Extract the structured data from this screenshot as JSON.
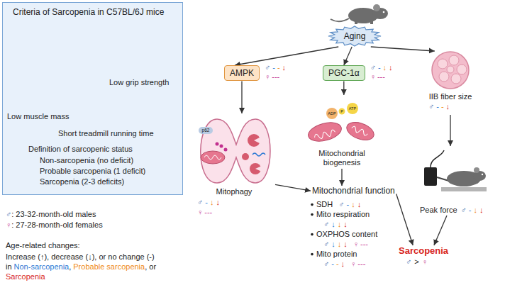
{
  "diagram": {
    "nodes": [
      {
        "text": [
          "Criteria of Sarcopenia in C57BL/6J mice",
          "Low grip strength",
          "Low muscle mass",
          "Short treadmill running time",
          "Definition of sarcopenic status",
          "Non-sarcopenia (no deficit)",
          "Probable sarcopenia (1 deficit)",
          "Sarcopenia (2-3 deficits)"
        ]
      },
      {
        "text": [
          "Aging"
        ]
      },
      {
        "text": [
          "AMPK"
        ]
      },
      {
        "text": [
          "PGC-1α"
        ]
      },
      {
        "text": [
          "IIB fiber size"
        ]
      },
      {
        "text": [
          "Mitophagy"
        ]
      },
      {
        "text": [
          "Mitochondrial biogenesis"
        ]
      },
      {
        "text": [
          "Mitochondrial function"
        ]
      },
      {
        "text": [
          "Peak force"
        ]
      },
      {
        "text": [
          "Sarcopenia"
        ]
      }
    ],
    "edges": [
      {
        "from": 1,
        "to": 2,
        "arrow": "to"
      },
      {
        "from": 1,
        "to": 3,
        "arrow": "to"
      },
      {
        "from": 1,
        "to": 4,
        "arrow": "to"
      },
      {
        "from": 2,
        "to": 5,
        "arrow": "to"
      },
      {
        "from": 3,
        "to": 6,
        "arrow": "to"
      },
      {
        "from": 5,
        "to": 7,
        "arrow": "to"
      },
      {
        "from": 6,
        "to": 7,
        "arrow": "to"
      },
      {
        "from": 4,
        "to": 8,
        "arrow": "to"
      },
      {
        "from": 7,
        "to": 9,
        "arrow": "to"
      },
      {
        "from": 8,
        "to": 9,
        "arrow": "to"
      }
    ],
    "labels": [
      "♂",
      ": 23-32-month-old males",
      "♀",
      ": 27-28-month-old females",
      "Age-related changes:",
      "Increase (↑), decrease (↓), or no change (-)",
      "in",
      "Non-sarcopenia",
      ",",
      "Probable sarcopenia",
      ", or",
      "Sarcopenia",
      "♂",
      "-",
      "-",
      "↓",
      "♀",
      "---",
      "♂",
      "-",
      "↓",
      "↓",
      "♀",
      "---",
      "♂",
      "-",
      "-",
      "↓",
      "♂",
      "-",
      "↓",
      "↓",
      "♀",
      "---",
      "SDH",
      "♂",
      "-",
      "↓",
      "↓",
      "Mito respiration",
      "♂",
      "↓",
      "↓",
      "↓",
      "OXPHOS content",
      "♂",
      "↓",
      "↓",
      "↓",
      "♀",
      "---",
      "Mito protein",
      "♂",
      "-",
      "-",
      "↓",
      "♀",
      "---",
      "♂",
      "-",
      "↓",
      "↓",
      "♂",
      ">",
      "♀",
      "p62",
      "ADP",
      "P",
      "ATP"
    ]
  }
}
